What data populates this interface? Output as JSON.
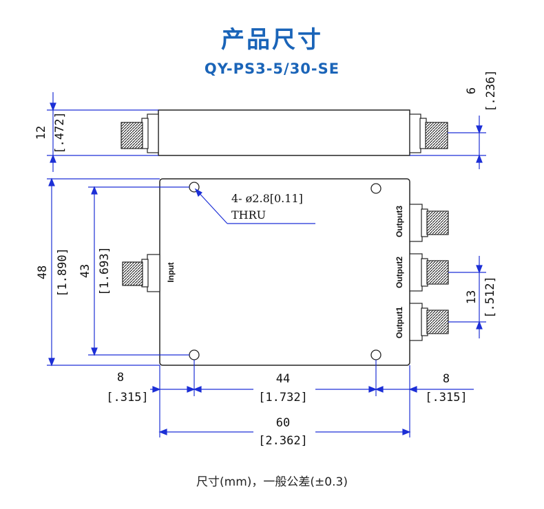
{
  "header": {
    "title": "产品尺寸",
    "model": "QY-PS3-5/30-SE"
  },
  "drawing": {
    "hole_note": {
      "line1": "4- ø2.8[0.11]",
      "line2": "THRU"
    },
    "ports": {
      "input": "Input",
      "output1": "Output1",
      "output2": "Output2",
      "output3": "Output3"
    },
    "dimensions": {
      "side_height": {
        "mm": "12",
        "inch": "[.472]"
      },
      "connector_offset": {
        "mm": "6",
        "inch": "[.236]"
      },
      "body_height": {
        "mm": "48",
        "inch": "[1.890]"
      },
      "hole_spacing_v": {
        "mm": "43",
        "inch": "[1.693]"
      },
      "output_pitch": {
        "mm": "13",
        "inch": "[.512]"
      },
      "left_margin": {
        "mm": "8",
        "inch": "[.315]"
      },
      "hole_spacing_h": {
        "mm": "44",
        "inch": "[1.732]"
      },
      "right_margin": {
        "mm": "8",
        "inch": "[.315]"
      },
      "overall_width": {
        "mm": "60",
        "inch": "[2.362]"
      }
    }
  },
  "footer": {
    "caption": "尺寸(mm)，一般公差(±0.3)"
  },
  "colors": {
    "title": "#1a64b8",
    "dimension_line": "#1c2fd6",
    "outline": "#111111"
  }
}
